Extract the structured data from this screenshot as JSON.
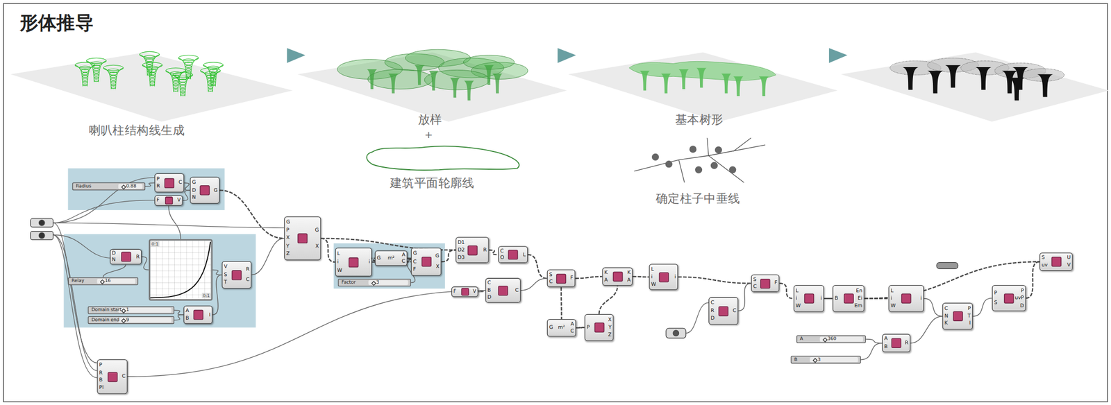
{
  "diagram": {
    "title": "形体推导",
    "nodes": [
      {
        "text": [
          "P",
          "R",
          "C"
        ]
      },
      {
        "text": [
          "G",
          "D",
          "N",
          "G"
        ]
      },
      {
        "text": [
          "Radius",
          "0.88"
        ]
      },
      {
        "text": [
          "F",
          "V"
        ]
      },
      {
        "text": [
          "D",
          "N",
          "R"
        ]
      },
      {
        "text": [
          "0:1",
          "0:1"
        ]
      },
      {
        "text": [
          "Relay",
          "16"
        ]
      },
      {
        "text": [
          "V",
          "S",
          "T",
          "R",
          "C"
        ]
      },
      {
        "text": [
          "Domain start",
          "1"
        ]
      },
      {
        "text": [
          "Domain end",
          "9"
        ]
      },
      {
        "text": [
          "A",
          "B",
          "I"
        ]
      },
      {
        "text": [
          "G",
          "P",
          "X",
          "Y",
          "Z",
          "G",
          "X"
        ]
      },
      {
        "text": [
          "P",
          "R",
          "B",
          "Pl",
          "C"
        ]
      },
      {
        "text": [
          "L",
          "i",
          "W",
          "i"
        ]
      },
      {
        "text": [
          "G",
          "m²",
          "A",
          "C"
        ]
      },
      {
        "text": [
          "G",
          "C",
          "F",
          "G",
          "X"
        ]
      },
      {
        "text": [
          "Factor",
          "3"
        ]
      },
      {
        "text": [
          "D1",
          "D2",
          "D3",
          "R"
        ]
      },
      {
        "text": [
          "C",
          "O",
          "L"
        ]
      },
      {
        "text": [
          "C",
          "B",
          "D",
          "C"
        ]
      },
      {
        "text": [
          "F",
          "V"
        ]
      },
      {
        "text": [
          "S",
          "C",
          "F"
        ]
      },
      {
        "text": [
          "G",
          "m²",
          "A",
          "C"
        ]
      },
      {
        "text": [
          "P",
          "X",
          "Y",
          "Z"
        ]
      },
      {
        "text": [
          "K",
          "A",
          "K",
          "A"
        ]
      },
      {
        "text": [
          "L",
          "i",
          "W",
          "i"
        ]
      },
      {
        "text": [
          "C",
          "R",
          "D",
          "C"
        ]
      },
      {
        "text": [
          "S",
          "C",
          "F"
        ]
      },
      {
        "text": [
          "L",
          "i",
          "W",
          "i"
        ]
      },
      {
        "text": [
          "B",
          "En",
          "Ei",
          "Em"
        ]
      },
      {
        "text": [
          "L",
          "i",
          "W",
          "i"
        ]
      },
      {
        "text": [
          "C",
          "N",
          "K",
          "P",
          "T",
          "I"
        ]
      },
      {
        "text": [
          "P",
          "S",
          "P",
          "uvP",
          "D"
        ]
      },
      {
        "text": [
          "S",
          "uv",
          "U",
          "V"
        ]
      },
      {
        "text": [
          "A",
          "360"
        ]
      },
      {
        "text": [
          "B",
          "3"
        ]
      },
      {
        "text": [
          "A",
          "B",
          "R"
        ]
      }
    ],
    "edges": [
      {
        "from": 2,
        "to": 0,
        "arrow": "none"
      },
      {
        "from": 0,
        "to": 1,
        "arrow": "none"
      },
      {
        "from": 3,
        "to": 1,
        "arrow": "none"
      },
      {
        "from": 6,
        "to": 4,
        "arrow": "none"
      },
      {
        "from": 4,
        "to": 5,
        "arrow": "none"
      },
      {
        "from": 5,
        "to": 3,
        "arrow": "none"
      },
      {
        "from": 5,
        "to": 7,
        "arrow": "none"
      },
      {
        "from": 8,
        "to": 10,
        "arrow": "none"
      },
      {
        "from": 9,
        "to": 10,
        "arrow": "none"
      },
      {
        "from": 10,
        "to": 7,
        "arrow": "none"
      },
      {
        "from": 7,
        "to": 11,
        "arrow": "none"
      },
      {
        "from": 1,
        "to": 11,
        "arrow": "none"
      },
      {
        "from": 11,
        "to": 13,
        "arrow": "none"
      },
      {
        "from": 11,
        "to": 17,
        "arrow": "none"
      },
      {
        "from": 13,
        "to": 14,
        "arrow": "none"
      },
      {
        "from": 14,
        "to": 15,
        "arrow": "none"
      },
      {
        "from": 16,
        "to": 15,
        "arrow": "none"
      },
      {
        "from": 15,
        "to": 17,
        "arrow": "none"
      },
      {
        "from": 17,
        "to": 18,
        "arrow": "none"
      },
      {
        "from": 18,
        "to": 21,
        "arrow": "none"
      },
      {
        "from": 12,
        "to": 19,
        "arrow": "none"
      },
      {
        "from": 20,
        "to": 19,
        "arrow": "none"
      },
      {
        "from": 19,
        "to": 21,
        "arrow": "none"
      },
      {
        "from": 21,
        "to": 24,
        "arrow": "none"
      },
      {
        "from": 21,
        "to": 22,
        "arrow": "none"
      },
      {
        "from": 22,
        "to": 23,
        "arrow": "none"
      },
      {
        "from": 23,
        "to": 24,
        "arrow": "none"
      },
      {
        "from": 24,
        "to": 25,
        "arrow": "none"
      },
      {
        "from": 25,
        "to": 27,
        "arrow": "none"
      },
      {
        "from": 26,
        "to": 27,
        "arrow": "none"
      },
      {
        "from": 27,
        "to": 28,
        "arrow": "none"
      },
      {
        "from": 28,
        "to": 29,
        "arrow": "none"
      },
      {
        "from": 29,
        "to": 30,
        "arrow": "none"
      },
      {
        "from": 29,
        "to": 33,
        "arrow": "none"
      },
      {
        "from": 30,
        "to": 31,
        "arrow": "none"
      },
      {
        "from": 31,
        "to": 32,
        "arrow": "none"
      },
      {
        "from": 32,
        "to": 33,
        "arrow": "none"
      },
      {
        "from": 34,
        "to": 36,
        "arrow": "none"
      },
      {
        "from": 35,
        "to": 36,
        "arrow": "none"
      },
      {
        "from": 36,
        "to": 31,
        "arrow": "none"
      }
    ],
    "labels": [
      "喇叭柱结构线生成",
      "放样",
      "+",
      "建筑平面轮廓线",
      "基本树形",
      "确定柱子中垂线"
    ]
  }
}
